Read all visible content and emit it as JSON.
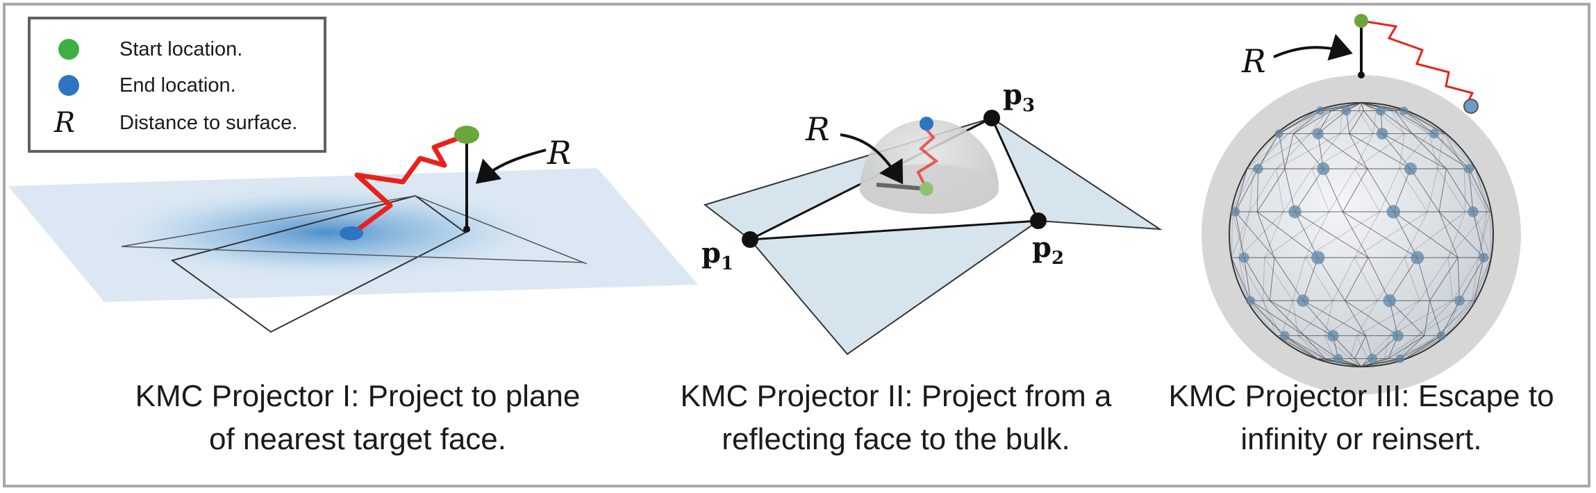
{
  "legend": {
    "items": [
      {
        "symbol": "dot",
        "color": "#3cb043",
        "label": "Start location."
      },
      {
        "symbol": "dot",
        "color": "#2e74c2",
        "label": "End location."
      },
      {
        "symbol": "R",
        "label": "Distance to surface."
      }
    ]
  },
  "panels": [
    {
      "caption_line1": "KMC Projector I: Project to plane",
      "caption_line2": "of nearest target face.",
      "r_label": "R"
    },
    {
      "caption_line1": "KMC Projector II: Project from a",
      "caption_line2": "reflecting face to the bulk.",
      "r_label": "R",
      "points": [
        {
          "name": "p",
          "sub": "1"
        },
        {
          "name": "p",
          "sub": "2"
        },
        {
          "name": "p",
          "sub": "3"
        }
      ]
    },
    {
      "caption_line1": "KMC Projector III: Escape to",
      "caption_line2": "infinity or reinsert.",
      "r_label": "R"
    }
  ],
  "colors": {
    "start": "#3cb043",
    "end": "#2e74c2",
    "path": "#e8221b",
    "face": "#d6e4ee",
    "shell": "#d6d6d6"
  }
}
